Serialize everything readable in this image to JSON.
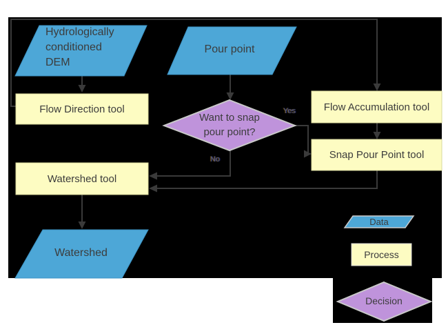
{
  "colors": {
    "page_bg": "#ffffff",
    "canvas_bg": "#000000",
    "data_fill": "#4da7d7",
    "process_fill": "#fdfcc2",
    "decision_fill": "#bf93db",
    "connector": "#3a3a3a",
    "shape_text": "#3c3c3c"
  },
  "nodes": {
    "dem": "Hydrologically conditioned DEM",
    "pour_point": "Pour point",
    "flow_direction": "Flow Direction tool",
    "flow_accumulation": "Flow Accumulation tool",
    "snap_pour_point": "Snap Pour Point tool",
    "decision": "Want to snap pour point?",
    "watershed_tool": "Watershed tool",
    "watershed": "Watershed"
  },
  "edge_labels": {
    "yes": "Yes",
    "no": "No"
  },
  "legend": {
    "data": "Data",
    "process": "Process",
    "decision": "Decision"
  }
}
